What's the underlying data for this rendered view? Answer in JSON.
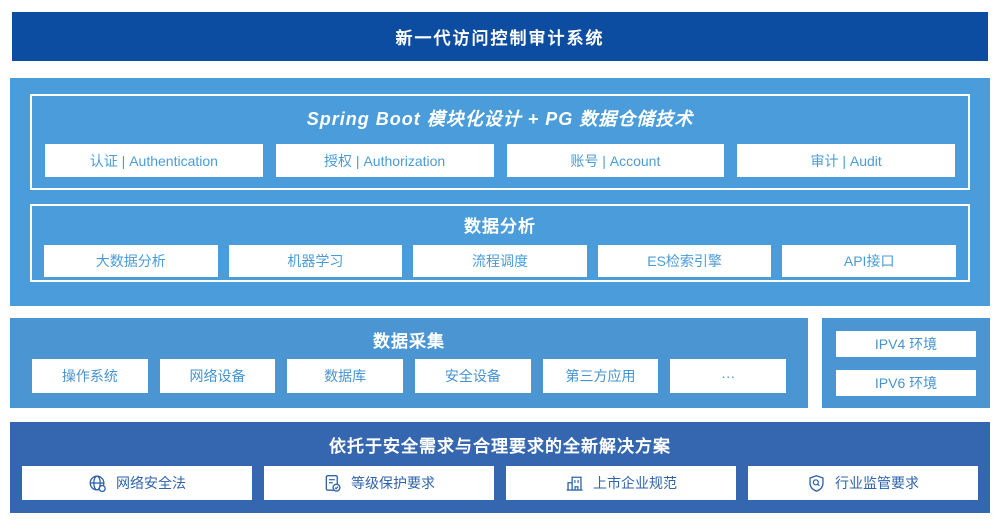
{
  "colors": {
    "banner_bg": "#0D4DA1",
    "layer_bg": "#4A9DDA",
    "collect_bg": "#4B95D2",
    "solution_bg": "#3566B0",
    "cell_text_light": "#4A9CD9",
    "cell_text_mid": "#4793D0",
    "cell_text_dark": "#2F63AC"
  },
  "banner": {
    "title": "新一代访问控制审计系统"
  },
  "platform": {
    "modules": {
      "title": "Spring Boot 模块化设计 + PG 数据仓储技术",
      "items": [
        "认证 | Authentication",
        "授权 | Authorization",
        "账号 | Account",
        "审计 | Audit"
      ]
    },
    "analysis": {
      "title": "数据分析",
      "items": [
        "大数据分析",
        "机器学习",
        "流程调度",
        "ES检索引擎",
        "API接口"
      ]
    }
  },
  "collection": {
    "title": "数据采集",
    "items": [
      "操作系统",
      "网络设备",
      "数据库",
      "安全设备",
      "第三方应用",
      "···"
    ]
  },
  "environments": {
    "items": [
      "IPV4 环境",
      "IPV6 环境"
    ]
  },
  "solution": {
    "title": "依托于安全需求与合理要求的全新解决方案",
    "items": [
      {
        "icon": "globe-icon",
        "label": "网络安全法"
      },
      {
        "icon": "document-check-icon",
        "label": "等级保护要求"
      },
      {
        "icon": "building-icon",
        "label": "上市企业规范"
      },
      {
        "icon": "shield-search-icon",
        "label": "行业监管要求"
      }
    ]
  }
}
